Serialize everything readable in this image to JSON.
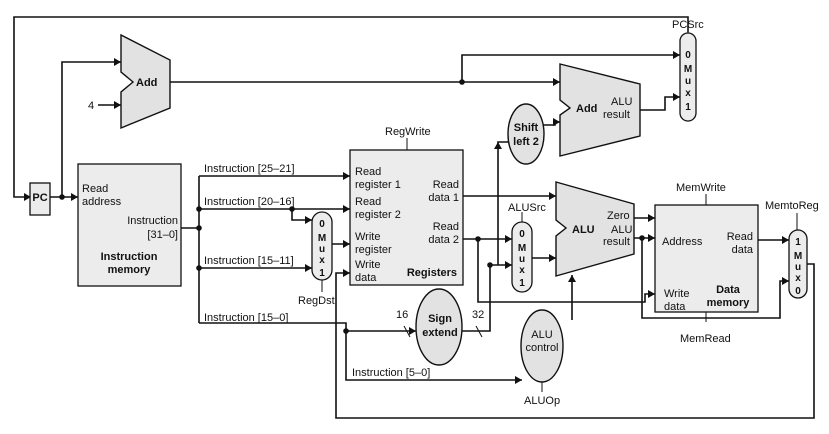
{
  "pc": "PC",
  "add_top": "Add",
  "four": "4",
  "add_branch": "Add",
  "alu_result_top": [
    "ALU",
    "result"
  ],
  "shift": [
    "Shift",
    "left 2"
  ],
  "pcsrc": "PCSrc",
  "mux_pc": [
    "0",
    "M",
    "u",
    "x",
    "1"
  ],
  "imem": {
    "read_address": [
      "Read",
      "address"
    ],
    "instruction": [
      "Instruction",
      "[31–0]"
    ],
    "name": [
      "Instruction",
      "memory"
    ]
  },
  "fields": {
    "f25_21": "Instruction [25–21]",
    "f20_16": "Instruction [20–16]",
    "f15_11": "Instruction [15–11]",
    "f15_0": "Instruction [15–0]",
    "f5_0": "Instruction [5–0]"
  },
  "regs": {
    "regwrite": "RegWrite",
    "read_reg1": [
      "Read",
      "register 1"
    ],
    "read_reg2": [
      "Read",
      "register 2"
    ],
    "write_reg": [
      "Write",
      "register"
    ],
    "write_data": [
      "Write",
      "data"
    ],
    "read_data1": [
      "Read",
      "data 1"
    ],
    "read_data2": [
      "Read",
      "data 2"
    ],
    "name": "Registers"
  },
  "mux_regdst": [
    "0",
    "M",
    "u",
    "x",
    "1"
  ],
  "regdst": "RegDst",
  "sign": [
    "Sign",
    "extend"
  ],
  "n16": "16",
  "n32": "32",
  "alusrc": "ALUSrc",
  "mux_alusrc": [
    "0",
    "M",
    "u",
    "x",
    "1"
  ],
  "alu": {
    "zero": "Zero",
    "name": "ALU",
    "result": [
      "ALU",
      "result"
    ]
  },
  "alu_control": [
    "ALU",
    "control"
  ],
  "aluop": "ALUOp",
  "dmem": {
    "memwrite": "MemWrite",
    "address": "Address",
    "read_data": [
      "Read",
      "data"
    ],
    "write_data": [
      "Write",
      "data"
    ],
    "name": [
      "Data",
      "memory"
    ],
    "memread": "MemRead"
  },
  "memtoreg": "MemtoReg",
  "mux_mem": [
    "1",
    "M",
    "u",
    "x",
    "0"
  ]
}
